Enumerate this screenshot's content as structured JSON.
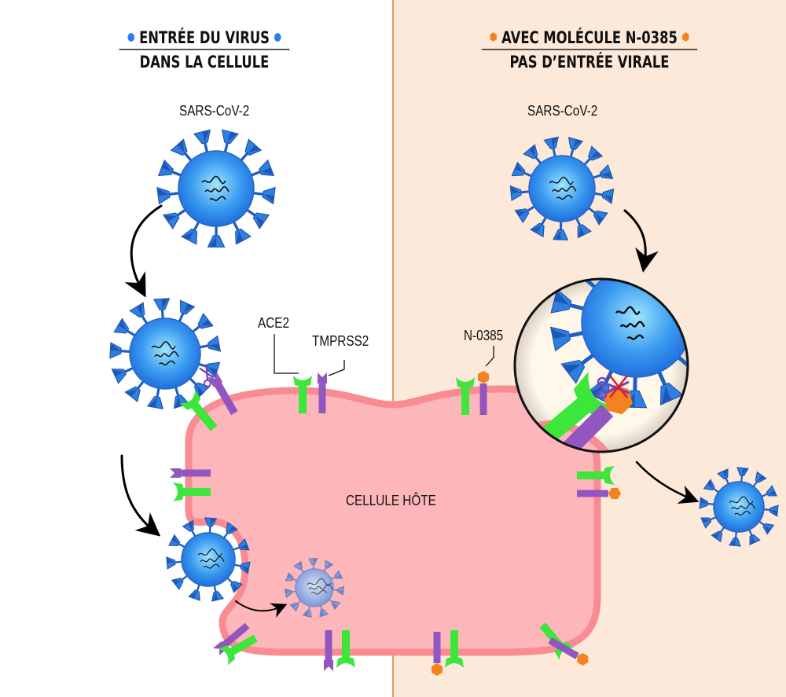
{
  "left_panel": {
    "title_line1": "ENTRÉE DU VIRUS",
    "title_line2": "DANS LA CELLULE",
    "marker_color": "#2b7de9",
    "virus_label": "SARS-CoV-2",
    "ace2_label": "ACE2",
    "tmprss2_label": "TMPRSS2"
  },
  "right_panel": {
    "title_line1": "AVEC MOLÉCULE N-0385",
    "title_line2": "PAS D’ENTRÉE VIRALE",
    "marker_color": "#f58220",
    "virus_label": "SARS-CoV-2",
    "molecule_label": "N-0385",
    "background": "#fde9d9"
  },
  "cell_label": "CELLULE HÔTE",
  "colors": {
    "ace2": "#3ce63a",
    "tmprss2": "#9256c0",
    "n0385": "#f58220",
    "virus": "#2b7de9",
    "cell": "#fdb6b9",
    "membrane": "#f98b92"
  }
}
